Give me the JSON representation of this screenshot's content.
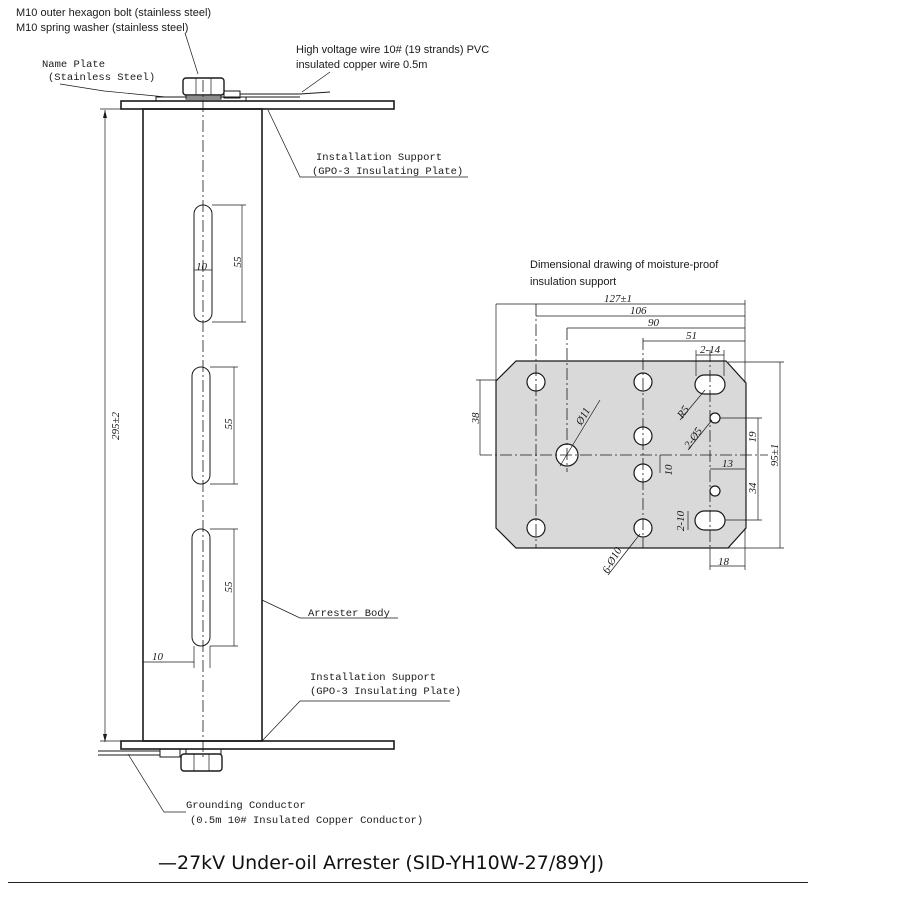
{
  "callouts": {
    "bolt_line1": "M10 outer hexagon bolt (stainless steel)",
    "bolt_line2": "M10 spring washer (stainless steel)",
    "name_plate_line1": "Name Plate",
    "name_plate_line2": "(Stainless Steel)",
    "hv_wire_line1": "High voltage wire 10# (19 strands) PVC",
    "hv_wire_line2": "insulated copper wire 0.5m",
    "support_top_line1": "Installation Support",
    "support_top_line2": "(GPO-3 Insulating Plate)",
    "arrester_body": "Arrester Body",
    "support_bottom_line1": "Installation Support",
    "support_bottom_line2": "(GPO-3 Insulating Plate)",
    "grounding_line1": "Grounding Conductor",
    "grounding_line2": "(0.5m 10# Insulated Copper Conductor)"
  },
  "side_view_dimensions": {
    "height": "295±2",
    "slot_width": "10",
    "slot1_length": "55",
    "slot2_length": "55",
    "slot3_length": "55",
    "bottom_offset": "10"
  },
  "plate_view": {
    "title_line1": "Dimensional drawing of moisture-proof",
    "title_line2": "insulation support",
    "dimensions": {
      "overall_width": "127±1",
      "d106": "106",
      "d90": "90",
      "d51": "51",
      "d2_14": "2-14",
      "r5": "R5",
      "d2_phi5": "2-Ø5",
      "phi11": "Ø11",
      "d38": "38",
      "d19": "19",
      "overall_height": "95±1",
      "d10": "10",
      "d13": "13",
      "d34": "34",
      "d2_10": "2-10",
      "d6_phi10": "6-Ø10",
      "d18": "18"
    }
  },
  "caption": "—27kV Under-oil Arrester (SID-YH10W-27/89YJ)"
}
